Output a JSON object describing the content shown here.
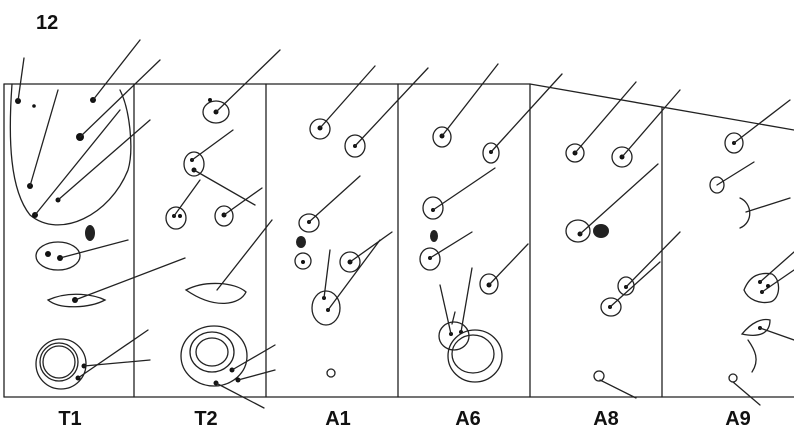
{
  "figure_number": "12",
  "segments": [
    {
      "label": "T1"
    },
    {
      "label": "T2"
    },
    {
      "label": "A1"
    },
    {
      "label": "A6"
    },
    {
      "label": "A8"
    },
    {
      "label": "A9"
    }
  ]
}
